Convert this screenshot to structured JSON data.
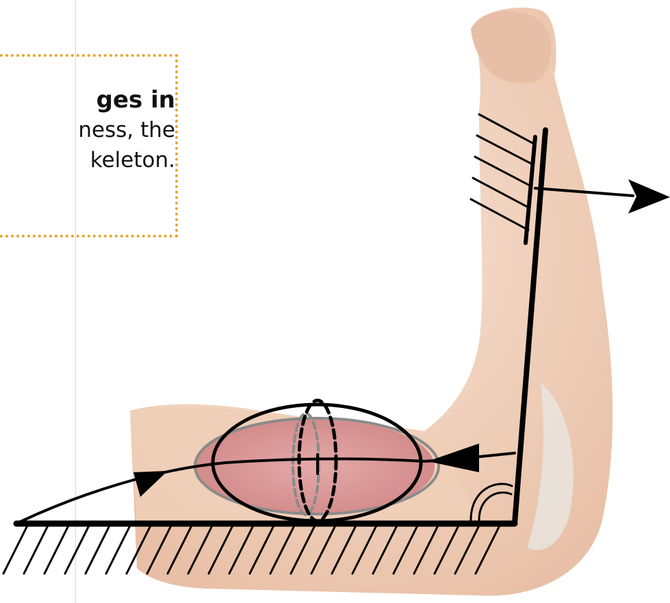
{
  "callout": {
    "line1": "ges in",
    "line2": "ness, the",
    "line3": "keleton."
  },
  "colors": {
    "callout_border": "#e3a52a",
    "skin": "#f1d3bd",
    "muscle": "#d98f92",
    "ink": "#000000"
  },
  "figure": {
    "subject": "flexed human arm with biceps muscle",
    "muscle_model": "ellipse-with-dashed-cross-section"
  }
}
